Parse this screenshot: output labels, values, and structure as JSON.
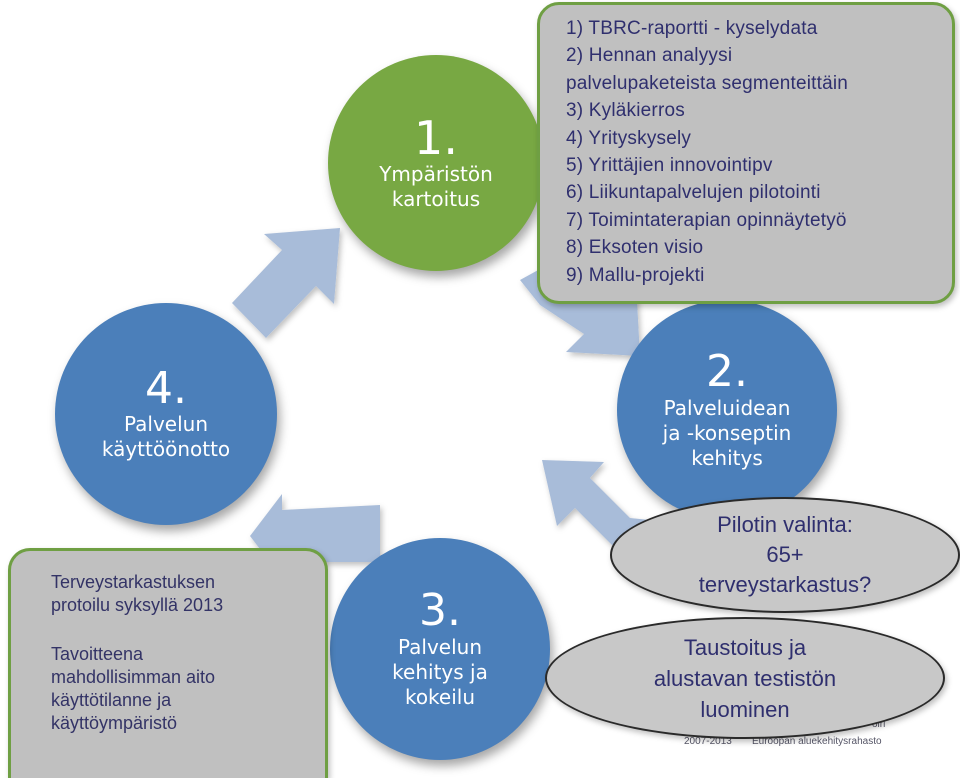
{
  "circles": [
    {
      "number": "1.",
      "label": "Ympäristön\nkartoitus",
      "color": "#78a843"
    },
    {
      "number": "2.",
      "label": "Palveluidean\nja -konseptin\nkehitys",
      "color": "#4b7fba"
    },
    {
      "number": "3.",
      "label": "Palvelun\nkehitys ja\nkokeilu",
      "color": "#4b7fba"
    },
    {
      "number": "4.",
      "label": "Palvelun\nkäyttöönotto",
      "color": "#4b7fba"
    }
  ],
  "arrow_color": "#a8bcd9",
  "box_border_color": "#6f9f43",
  "top_box": {
    "lines": [
      "1) TBRC-raportti - kyselydata",
      "2) Hennan analyysi",
      "palvelupaketeista segmenteittäin",
      "3) Kyläkierros",
      "4) Yrityskysely",
      "5) Yrittäjien innovointipv",
      "6) Liikuntapalvelujen pilotointi",
      "7) Toimintaterapian opinnäytetyö",
      "8) Eksoten visio",
      "9) Mallu-projekti"
    ]
  },
  "left_box": {
    "para1": [
      "Terveystarkastuksen",
      "protoilu syksyllä 2013"
    ],
    "para2": [
      "Tavoitteena",
      "mahdollisimman aito",
      "käyttötilanne ja",
      "käyttöympäristö"
    ]
  },
  "pilot_ellipse": {
    "lines": [
      "Pilotin valinta:",
      "65+",
      "terveystarkastus?"
    ]
  },
  "tausta_ellipse": {
    "lines": [
      "Taustoitus ja",
      "alustavan testistön",
      "luominen"
    ]
  },
  "logo_fragments": {
    "rahasto": "Euroopan aluekehitysrahasto",
    "year": "2007-2013",
    "suffix": "oiri"
  }
}
